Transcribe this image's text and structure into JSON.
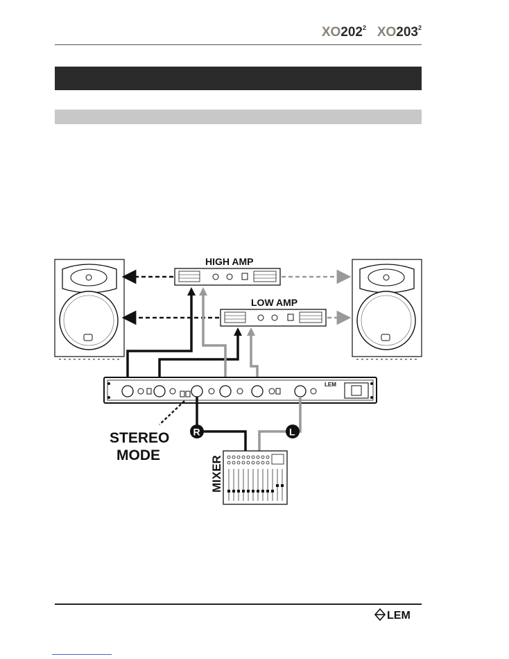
{
  "header": {
    "model_1_prefix": "XO",
    "model_1_number": "202",
    "model_1_sup": "2",
    "model_2_prefix": "XO",
    "model_2_number": "203",
    "model_2_sup": "2"
  },
  "diagram": {
    "high_amp_label": "HIGH AMP",
    "low_amp_label": "LOW AMP",
    "stereo_mode_line1": "STEREO",
    "stereo_mode_line2": "MODE",
    "mixer_label": "MIXER",
    "right_badge": "R",
    "left_badge": "L",
    "crossover_brand": "LEM"
  },
  "footer": {
    "brand": "LEM"
  }
}
